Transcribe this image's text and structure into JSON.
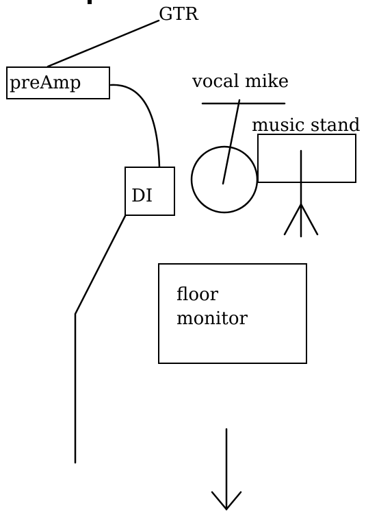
{
  "diagram": {
    "labels": {
      "gtr": "GTR",
      "preamp": "preAmp",
      "vocal_mike": "vocal mike",
      "music_stand": "music stand",
      "di": "DI",
      "floor_monitor_line1": "floor",
      "floor_monitor_line2": "monitor"
    },
    "stroke_color": "#000000",
    "background": "#ffffff"
  }
}
